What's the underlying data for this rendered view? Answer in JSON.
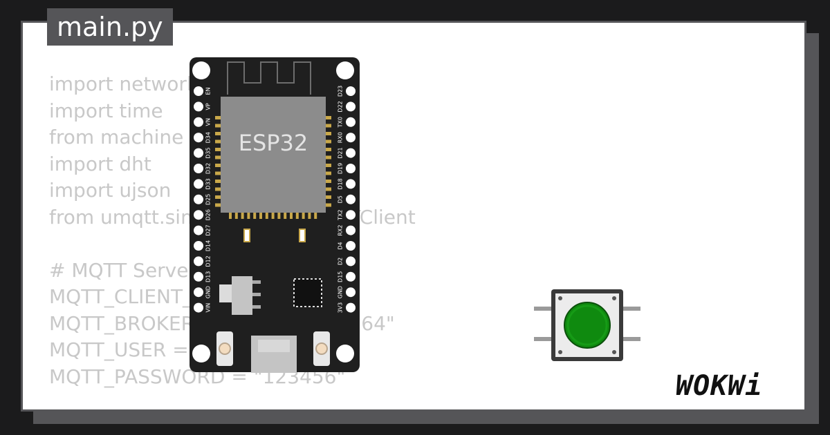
{
  "file_tab": {
    "label": "main.py"
  },
  "code_lines": [
    "import network",
    "import time",
    "from machine import Pin",
    "import dht",
    "import ujson",
    "from umqtt.simple import MQTTClient",
    "",
    "# MQTT Server Parameters",
    "MQTT_CLIENT_ID = \"clientId\"",
    "MQTT_BROKER = \"103.150.197.64\"",
    "MQTT_USER = \"\"",
    "MQTT_PASSWORD = \"123456\""
  ],
  "board": {
    "chip_label": "ESP32",
    "left_pins": [
      "EN",
      "VP",
      "VN",
      "D34",
      "D35",
      "D32",
      "D33",
      "D25",
      "D26",
      "D27",
      "D14",
      "D12",
      "D13",
      "GND",
      "VIN"
    ],
    "right_pins": [
      "D23",
      "D22",
      "TX0",
      "RX0",
      "D21",
      "D19",
      "D18",
      "D5",
      "TX2",
      "RX2",
      "D4",
      "D2",
      "D15",
      "GND",
      "3V3"
    ],
    "colors": {
      "pcb": "#1f1f1f",
      "chip": "#8c8c8c",
      "gold": "#c9a84a"
    }
  },
  "pushbutton": {
    "color": "#0f8a0f"
  },
  "logo": {
    "text": "WOKWi"
  },
  "colors": {
    "background": "#1b1b1c",
    "frame": "#555558",
    "code_text": "#c8c8c8"
  }
}
